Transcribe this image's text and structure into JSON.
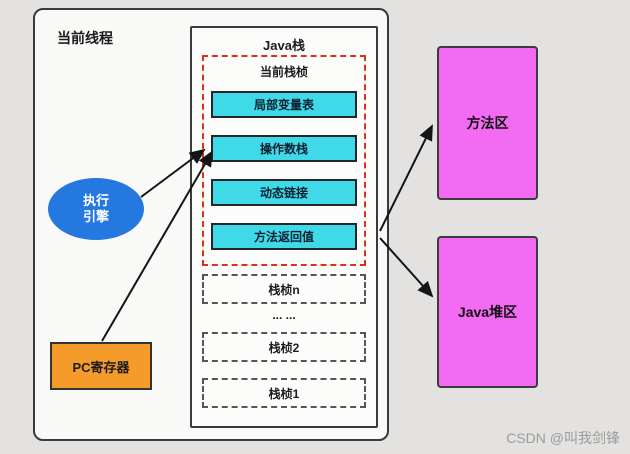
{
  "diagram": {
    "thread_label": "当前线程",
    "java_stack": {
      "title": "Java栈",
      "current_frame": {
        "title": "当前栈桢",
        "items": [
          "局部变量表",
          "操作数栈",
          "动态链接",
          "方法返回值"
        ]
      },
      "frame_n": "栈桢n",
      "dots": "... ...",
      "frame_2": "栈桢2",
      "frame_1": "栈桢1"
    },
    "execution_engine": {
      "line1": "执行",
      "line2": "引擎"
    },
    "pc_register": "PC寄存器",
    "method_area": "方法区",
    "heap_area": "Java堆区"
  },
  "watermark": "CSDN @叫我剑锋",
  "colors": {
    "slot_cyan": "#3fd9e8",
    "engine_blue": "#2478e0",
    "pc_orange": "#f49b2a",
    "area_magenta": "#f26bf2",
    "current_frame_red": "#e03018",
    "arrow_black": "#141414"
  }
}
